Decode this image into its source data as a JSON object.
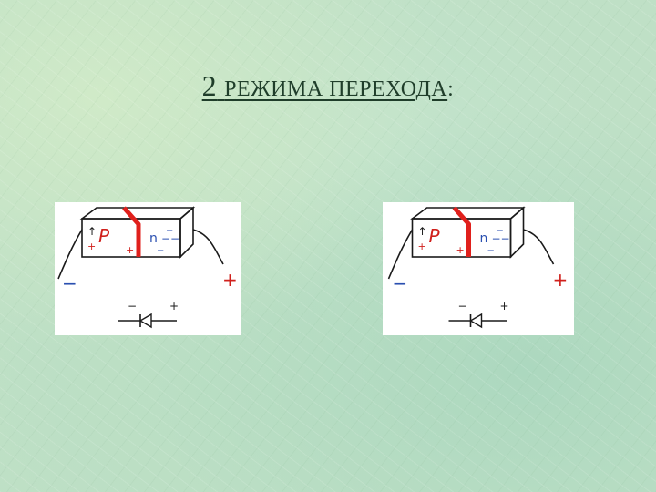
{
  "slide": {
    "title_number": "2",
    "title_text": "РЕЖИМА ПЕРЕХОДА",
    "title_colon": ":"
  },
  "diagrams": [
    {
      "p_label": "P",
      "n_label": "n",
      "minus_left": "−",
      "plus_right": "+",
      "diode_minus": "−",
      "diode_plus": "+",
      "junction_color": "#e0201c"
    },
    {
      "p_label": "P",
      "n_label": "n",
      "minus_left": "−",
      "plus_right": "+",
      "diode_minus": "−",
      "diode_plus": "+",
      "junction_color": "#e0201c"
    }
  ]
}
